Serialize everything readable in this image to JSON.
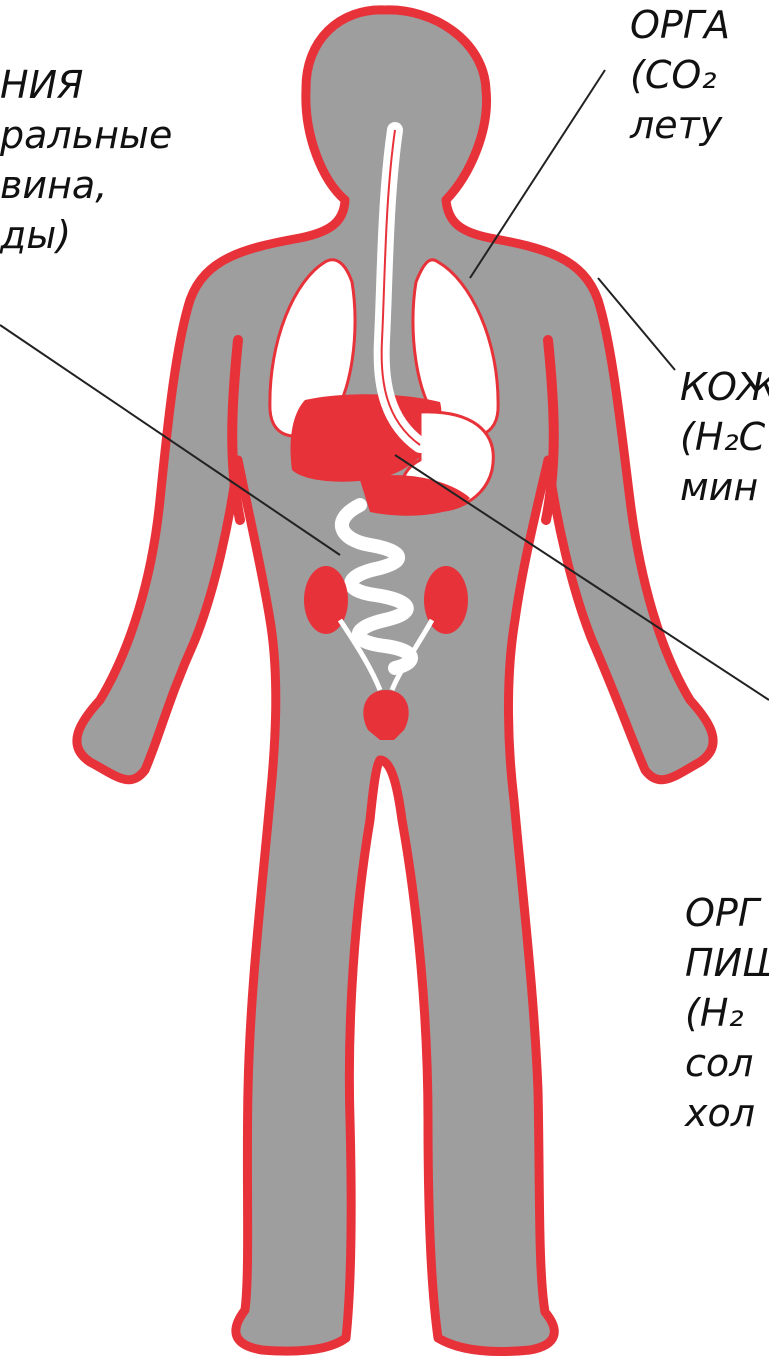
{
  "colors": {
    "background": "#ffffff",
    "body_fill": "#9e9e9e",
    "outline": "#e8323a",
    "organ_white": "#ffffff",
    "label_text": "#111111",
    "leader_line": "#222222"
  },
  "labels": {
    "kidneys": {
      "lines": [
        "НИЯ",
        "ральные",
        "вина,",
        "ды)"
      ]
    },
    "lungs": {
      "lines": [
        "ОРГА",
        "(CO₂",
        "лету"
      ]
    },
    "skin": {
      "lines": [
        "КОЖ",
        "(H₂C",
        "мин"
      ]
    },
    "digestive": {
      "lines": [
        "ОРГ",
        "ПИЩ",
        "(H₂",
        "сол",
        "хол"
      ]
    }
  }
}
